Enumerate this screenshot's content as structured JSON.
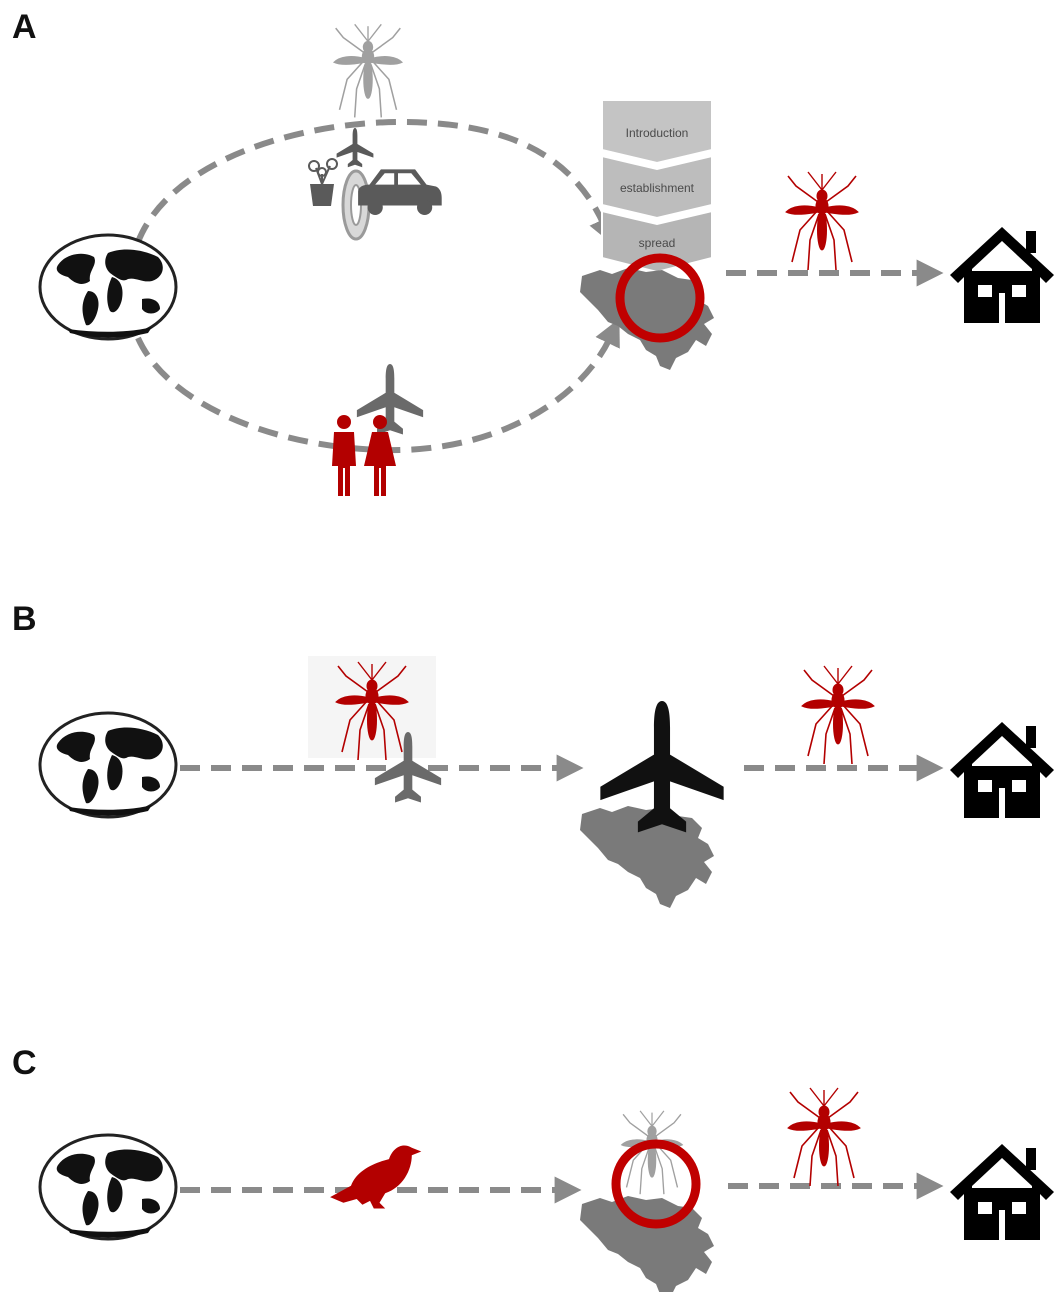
{
  "panels": {
    "a": {
      "letter": "A"
    },
    "b": {
      "letter": "B"
    },
    "c": {
      "letter": "C"
    }
  },
  "stages": {
    "introduction": "Introduction",
    "establishment": "establishment",
    "spread": "spread"
  },
  "colors": {
    "dashed_path": "#8a8a8a",
    "mosquito_red": "#b30000",
    "target_ring": "#c00000",
    "country_fill": "#7a7a7a",
    "house": "#000000",
    "airplane_dark": "#111111",
    "airplane_grey": "#6a6a6a",
    "stage_box": "#bdbdbd"
  },
  "icons": [
    "globe-icon",
    "mosquito-icon",
    "airplane-icon",
    "car-icon",
    "tire-icon",
    "plant-icon",
    "couple-icon",
    "country-map-icon",
    "house-icon",
    "bird-icon"
  ]
}
